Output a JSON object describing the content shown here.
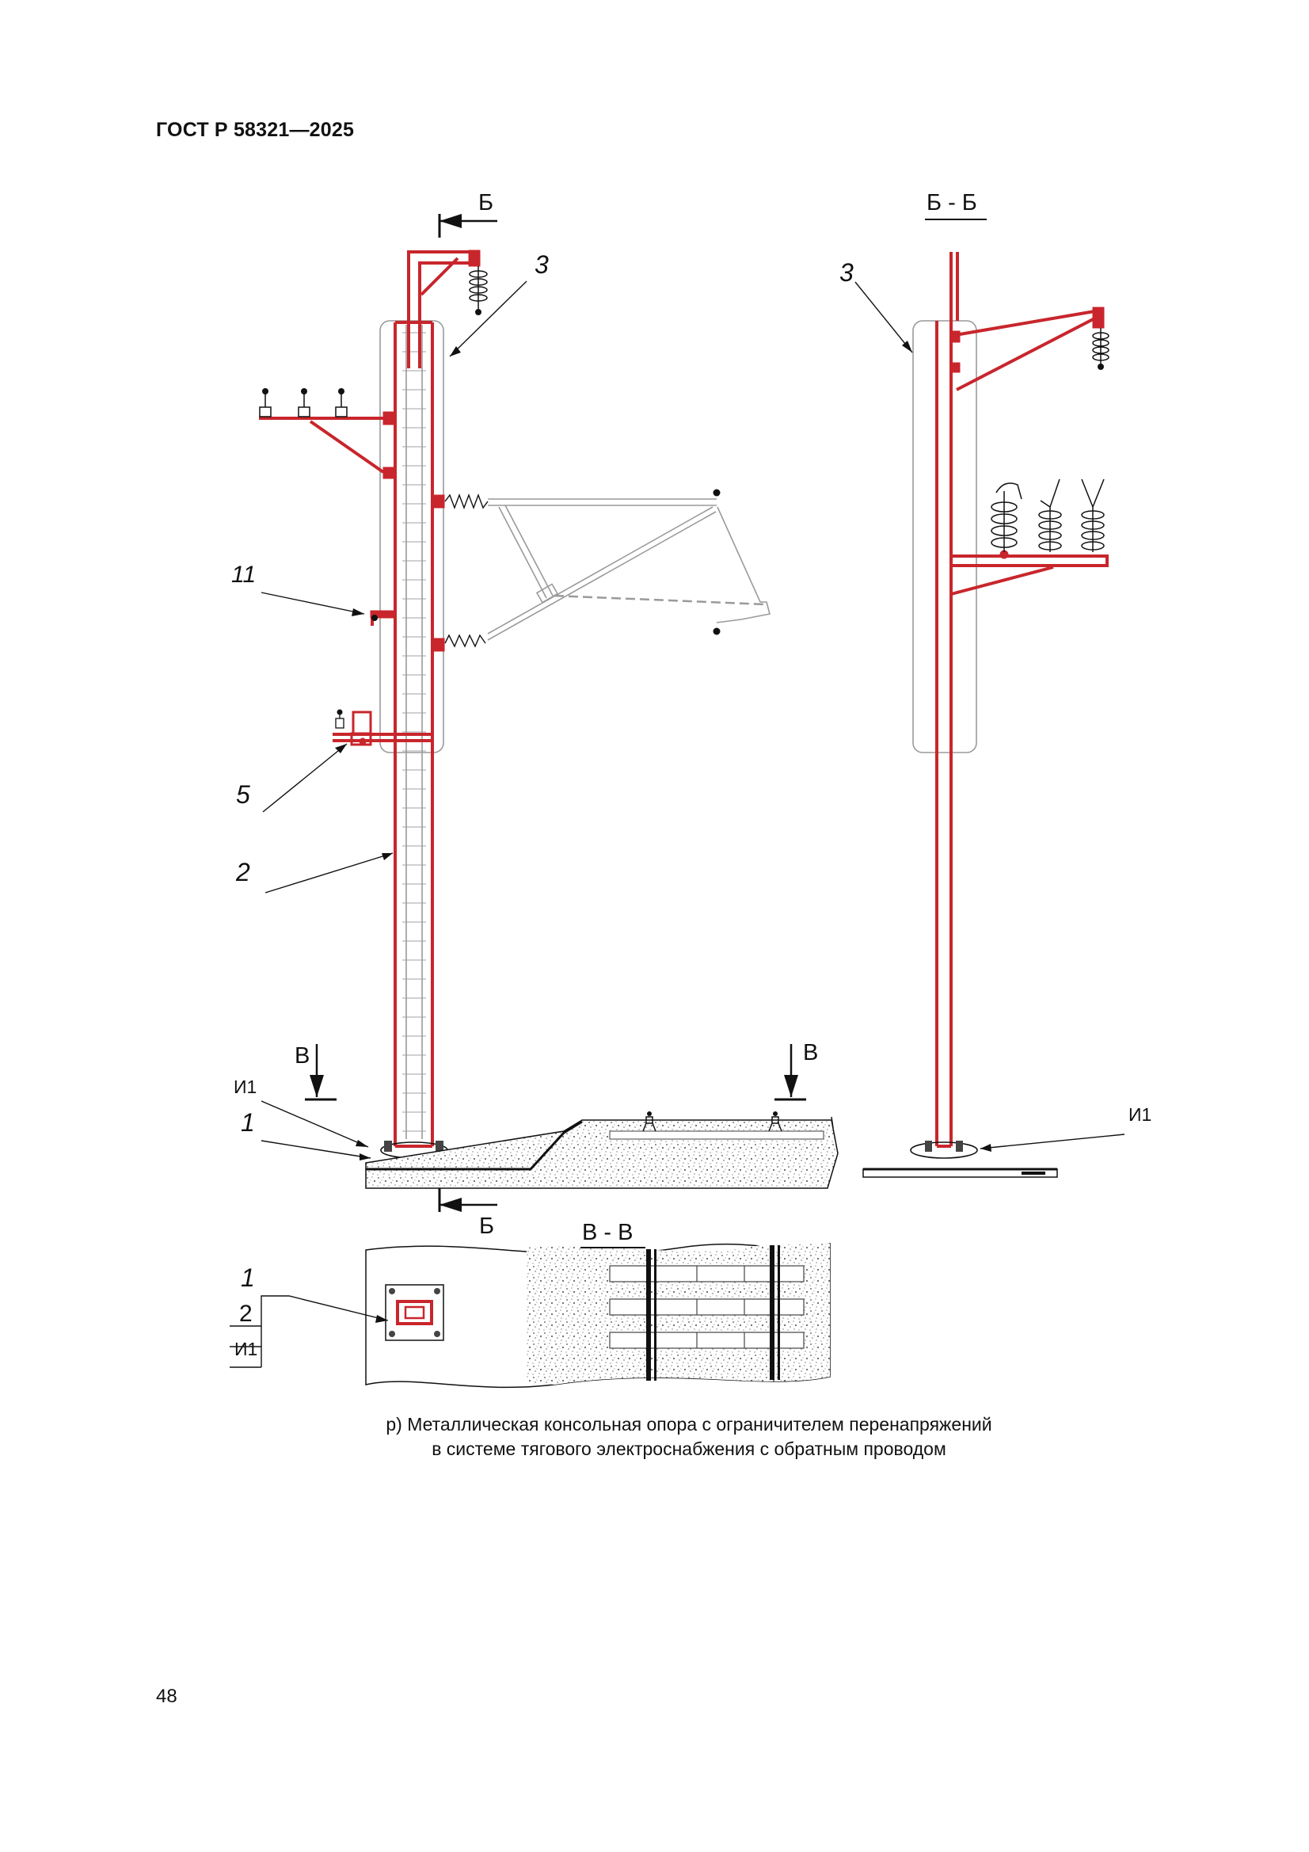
{
  "header": {
    "standard": "ГОСТ Р 58321—2025"
  },
  "labels": {
    "section_bb": "Б - Б",
    "section_vv": "В - В",
    "cut_b_top": "Б",
    "cut_b_bottom": "Б",
    "cut_v_left": "В",
    "cut_v_right": "В",
    "callout_3_front": "3",
    "callout_3_side": "3",
    "callout_11": "11",
    "callout_5": "5",
    "callout_2": "2",
    "callout_i1_front": "И1",
    "callout_1_front": "1",
    "callout_i1_side": "И1",
    "plan_1": "1",
    "plan_2": "2",
    "plan_i1": "И1"
  },
  "caption": {
    "line1": "р) Металлическая консольная опора с ограничителем перенапряжений",
    "line2": "в системе тягового электроснабжения с обратным проводом"
  },
  "page_number": "48",
  "colors": {
    "highlight": "#c8262c",
    "ghost": "#9a9a9a"
  }
}
